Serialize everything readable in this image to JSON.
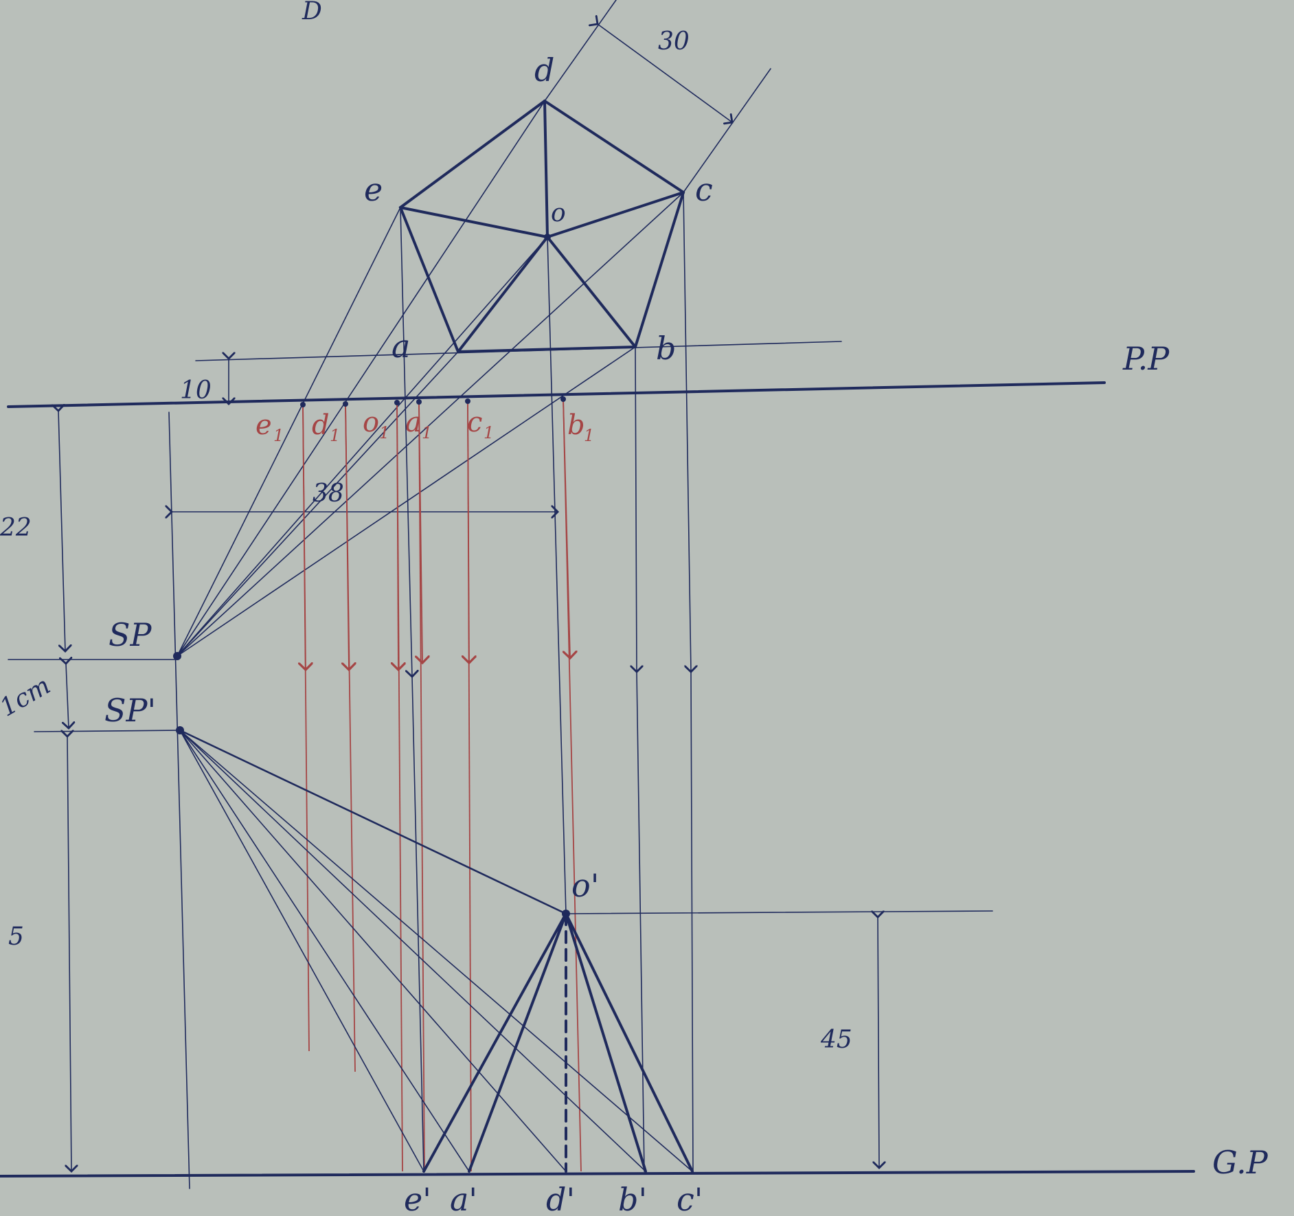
{
  "drawing": {
    "plan_points": {
      "d": "d",
      "e": "e",
      "c": "c",
      "o": "o",
      "a": "a",
      "b": "b"
    },
    "pp_points": {
      "e1": "e",
      "d1": "d",
      "o1": "o",
      "a1": "a",
      "c1": "c",
      "b1": "b",
      "sub": "1"
    },
    "elevation_points": {
      "o": "o'",
      "e": "e'",
      "a": "a'",
      "d": "d'",
      "b": "b'",
      "c": "c'"
    },
    "reference_lines": {
      "pp": "P.P",
      "gp": "G.P"
    },
    "station_points": {
      "sp": "SP",
      "sp_prime": "SP'"
    },
    "dimensions": {
      "side": "30",
      "pp_offset": "10",
      "sp_offset": "38",
      "sp_distance": "22",
      "sp_gap": "1cm",
      "eye_height": "5",
      "height": "45",
      "top_partial": "D"
    }
  },
  "colors": {
    "ink": "#1f2a5c",
    "projection": "#a54545",
    "paper": "#b9bfba"
  }
}
